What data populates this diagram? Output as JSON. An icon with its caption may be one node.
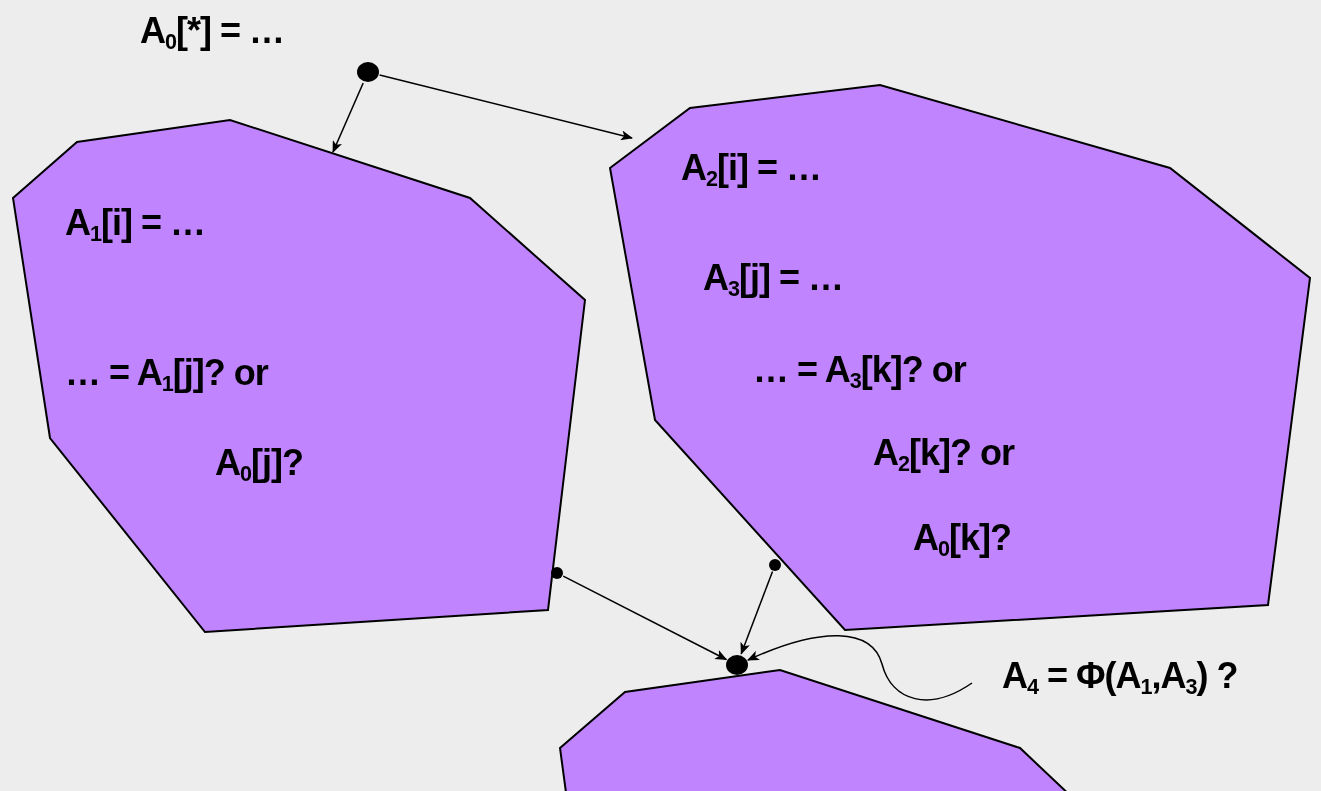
{
  "diagram": {
    "nodes": [
      {
        "text": [
          "A$_{0}$[*] = …"
        ]
      },
      {
        "text": [],
        "shape": "circle"
      },
      {
        "text": [
          "A$_{1}$[i] = …",
          "… = A$_{1}$[j]? or",
          "A$_{0}$[j]?"
        ]
      },
      {
        "text": [
          "A$_{2}$[i] = …",
          "A$_{3}$[j] = …",
          "… = A$_{3}$[k]? or",
          "A$_{2}$[k]? or",
          "A$_{0}$[k]?"
        ]
      },
      {
        "text": [],
        "shape": "circle"
      },
      {
        "text": [],
        "shape": "circle"
      },
      {
        "text": [],
        "shape": "circle"
      },
      {
        "text": [],
        "shape": "polygon"
      },
      {
        "text": [
          "A$_{4}$ = Φ(A$_{1}$,A$_{3}$) ?"
        ]
      }
    ],
    "edges": [
      {
        "from": 1,
        "to": 2,
        "arrow": "to"
      },
      {
        "from": 1,
        "to": 3,
        "arrow": "to"
      },
      {
        "from": 4,
        "to": 6,
        "arrow": "to"
      },
      {
        "from": 5,
        "to": 6,
        "arrow": "to"
      },
      {
        "from": 8,
        "to": 6,
        "arrow": "to"
      }
    ]
  }
}
